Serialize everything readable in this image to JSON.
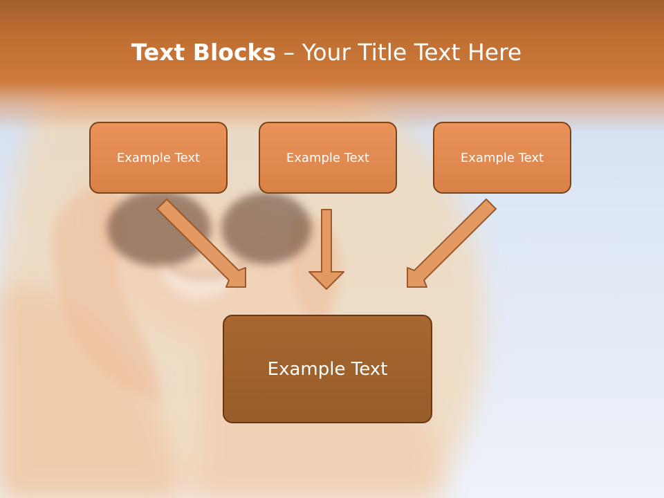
{
  "title": {
    "bold": "Text Blocks",
    "dash": " – ",
    "rest": "Your Title Text Here"
  },
  "boxes": {
    "top_left": "Example Text",
    "top_center": "Example Text",
    "top_right": "Example Text",
    "main": "Example Text"
  },
  "colors": {
    "header": "#c47235",
    "small_box_fill": "#e28c52",
    "main_box_fill": "#9b612d",
    "arrow_fill": "#e39a62",
    "border": "#7a4318"
  }
}
